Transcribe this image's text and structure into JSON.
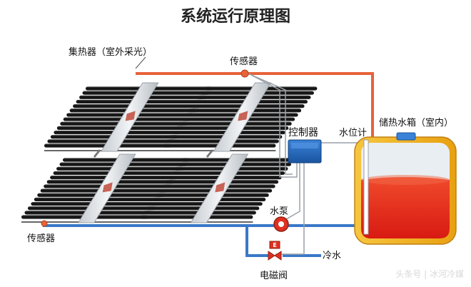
{
  "diagram": {
    "title": "系统运行原理图",
    "labels": {
      "collector": "集热器（室外采光）",
      "sensor_top": "传感器",
      "sensor_bottom": "传感器",
      "controller": "控制器",
      "water_level": "水位计",
      "tank": "储热水箱（室内）",
      "pump": "水泵",
      "cold_water": "冷水",
      "valve": "电磁阀",
      "valve_mark": "E"
    },
    "watermark": "头条号 | 冰河冷媒"
  },
  "colors": {
    "hot_pipe": "#e8623a",
    "cold_pipe": "#3a78c8",
    "control_wire": "#9aa0a8",
    "tank_shell": "#f0b020",
    "water": "#e8281e",
    "controller": "#2a6bc0",
    "valve": "#e03020"
  },
  "icons": {
    "pump": "pump-icon",
    "valve": "solenoid-valve-icon",
    "sensor": "sensor-dot-icon"
  }
}
